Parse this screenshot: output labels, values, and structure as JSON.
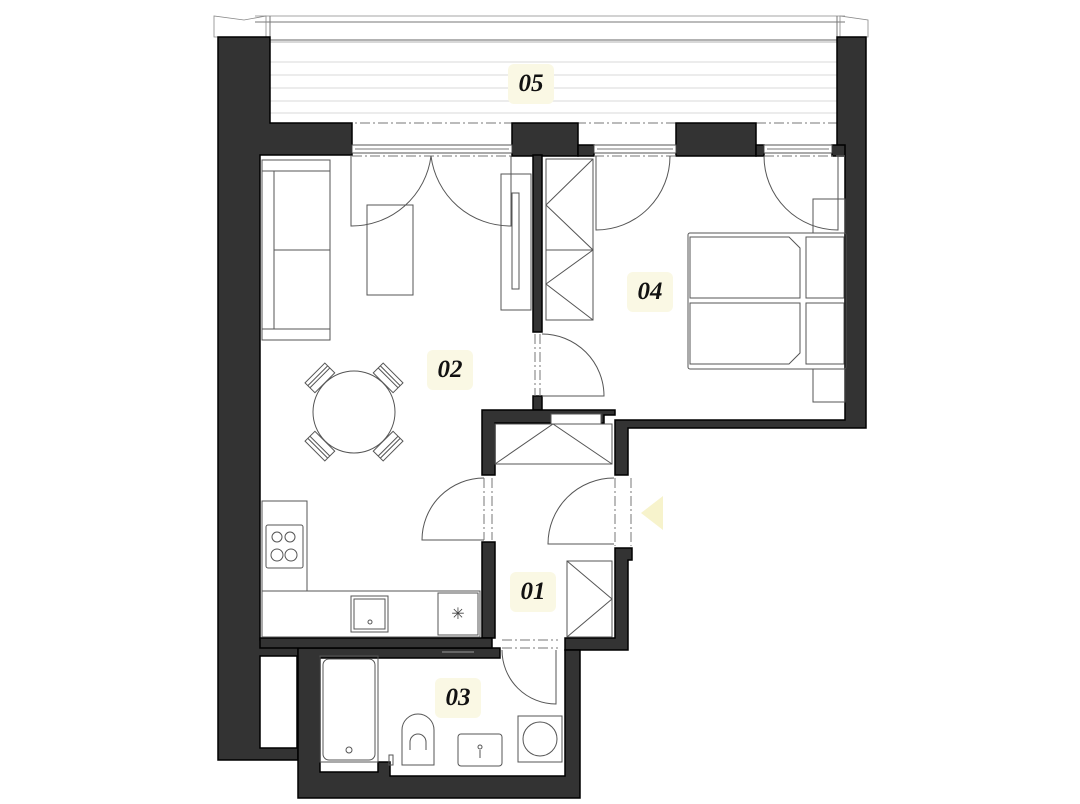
{
  "plan": {
    "type": "apartment-floor-plan",
    "colors": {
      "wall": "#333333",
      "label_bg": "#FAF8E4",
      "entrance_marker": "#F7F3CC",
      "line": "#555555"
    }
  },
  "rooms": [
    {
      "id": "01",
      "label": "01",
      "name": "hall"
    },
    {
      "id": "02",
      "label": "02",
      "name": "living-room-kitchen"
    },
    {
      "id": "03",
      "label": "03",
      "name": "bathroom"
    },
    {
      "id": "04",
      "label": "04",
      "name": "bedroom"
    },
    {
      "id": "05",
      "label": "05",
      "name": "balcony"
    }
  ],
  "entrance": {
    "icon": "entrance-arrow-icon",
    "direction": "left"
  }
}
